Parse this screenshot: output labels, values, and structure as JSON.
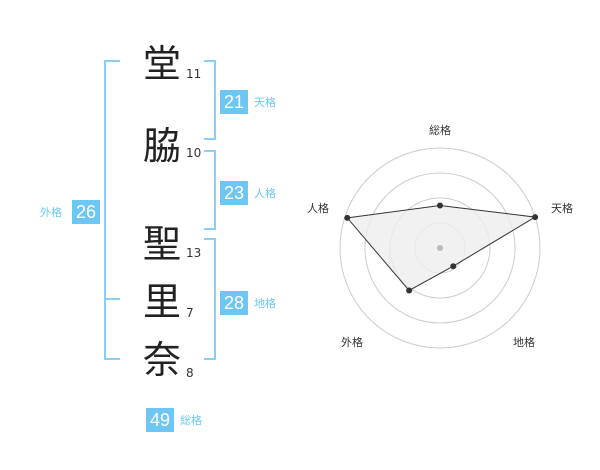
{
  "name": {
    "chars": [
      {
        "char": "堂",
        "strokes": "11"
      },
      {
        "char": "脇",
        "strokes": "10"
      },
      {
        "char": "聖",
        "strokes": "13"
      },
      {
        "char": "里",
        "strokes": "7"
      },
      {
        "char": "奈",
        "strokes": "8"
      }
    ]
  },
  "kakusu": {
    "tenkaku": {
      "value": "21",
      "label": "天格"
    },
    "jinkaku": {
      "value": "23",
      "label": "人格"
    },
    "chikaku": {
      "value": "28",
      "label": "地格"
    },
    "gaikaku": {
      "value": "26",
      "label": "外格"
    },
    "soukaku": {
      "value": "49",
      "label": "総格"
    }
  },
  "radar": {
    "labels": {
      "top": "総格",
      "right": "天格",
      "bottom_right": "地格",
      "bottom_left": "外格",
      "left": "人格"
    },
    "levels": 4,
    "values": {
      "top": 1.7,
      "right": 4.0,
      "bottom_right": 0.9,
      "bottom_left": 2.1,
      "left": 3.9
    },
    "colors": {
      "ring": "#cccccc",
      "fill": "#eeeeee",
      "line": "#333333",
      "point": "#333333",
      "center": "#bbbbbb"
    }
  }
}
